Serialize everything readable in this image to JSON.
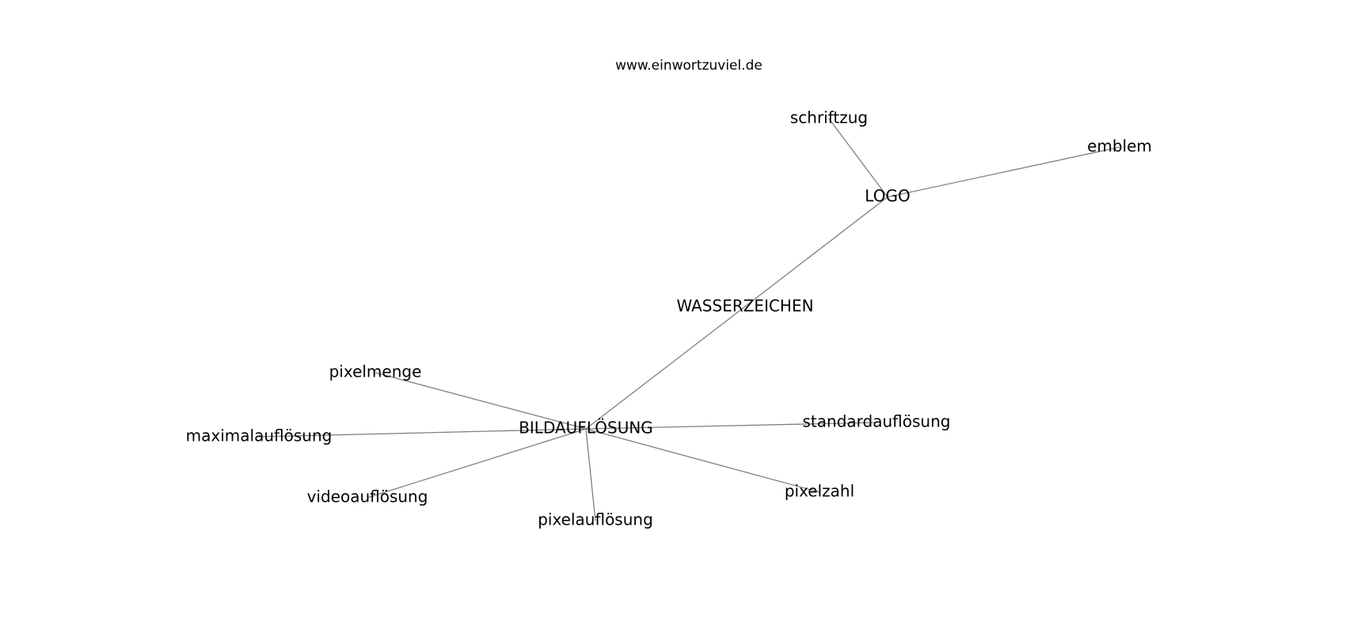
{
  "header": {
    "source": "www.einwortzuviel.de"
  },
  "nodes": [
    {
      "id": "LOGO",
      "label": "LOGO"
    },
    {
      "id": "schriftzug",
      "label": "schriftzug"
    },
    {
      "id": "emblem",
      "label": "emblem"
    },
    {
      "id": "WASSERZEICHEN",
      "label": "WASSERZEICHEN"
    },
    {
      "id": "BILDAUFLOESUNG",
      "label": "BILDAUFLÖSUNG"
    },
    {
      "id": "pixelmenge",
      "label": "pixelmenge"
    },
    {
      "id": "maximalaufloesung",
      "label": "maximalauflösung"
    },
    {
      "id": "videoaufloesung",
      "label": "videoauflösung"
    },
    {
      "id": "pixelaufloesung",
      "label": "pixelauflösung"
    },
    {
      "id": "standardaufloesung",
      "label": "standardauflösung"
    },
    {
      "id": "pixelzahl",
      "label": "pixelzahl"
    }
  ],
  "edges": [
    {
      "from": "LOGO",
      "to": "schriftzug"
    },
    {
      "from": "LOGO",
      "to": "emblem"
    },
    {
      "from": "LOGO",
      "to": "BILDAUFLOESUNG"
    },
    {
      "from": "BILDAUFLOESUNG",
      "to": "pixelmenge"
    },
    {
      "from": "BILDAUFLOESUNG",
      "to": "maximalaufloesung"
    },
    {
      "from": "BILDAUFLOESUNG",
      "to": "videoaufloesung"
    },
    {
      "from": "BILDAUFLOESUNG",
      "to": "pixelaufloesung"
    },
    {
      "from": "BILDAUFLOESUNG",
      "to": "standardaufloesung"
    },
    {
      "from": "BILDAUFLOESUNG",
      "to": "pixelzahl"
    }
  ]
}
